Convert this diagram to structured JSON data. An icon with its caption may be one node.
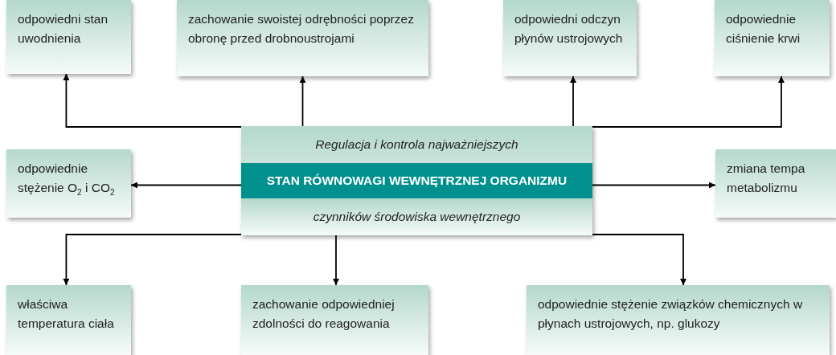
{
  "diagram": {
    "nodes": [
      {
        "text": [
          "Regulacja i kontrola najważniejszych",
          "STAN RÓWNOWAGI WEWNĘTRZNEJ ORGANIZMU",
          "czynników środowiska wewnętrznego"
        ]
      },
      {
        "text": [
          "odpowiedni stan uwodnienia"
        ]
      },
      {
        "text": [
          "zachowanie swoistej odrębności poprzez obronę przed drobnoustrojami"
        ]
      },
      {
        "text": [
          "odpowiedni odczyn płynów ustrojowych"
        ]
      },
      {
        "text": [
          "odpowiednie ciśnienie krwi"
        ]
      },
      {
        "text": [
          "odpowiednie stężenie O$_{2}$ i CO$_{2}$"
        ]
      },
      {
        "text": [
          "zmiana tempa metabolizmu"
        ]
      },
      {
        "text": [
          "właściwa temperatura ciała"
        ]
      },
      {
        "text": [
          "zachowanie odpowiedniej zdolności do reagowania"
        ]
      },
      {
        "text": [
          "odpowiednie stężenie związków chemicznych w płynach ustrojowych, np. glukozy"
        ]
      }
    ],
    "edges": [
      {
        "from": 0,
        "to": 1,
        "arrow": "to"
      },
      {
        "from": 0,
        "to": 2,
        "arrow": "to"
      },
      {
        "from": 0,
        "to": 3,
        "arrow": "to"
      },
      {
        "from": 0,
        "to": 4,
        "arrow": "to"
      },
      {
        "from": 0,
        "to": 5,
        "arrow": "to"
      },
      {
        "from": 0,
        "to": 6,
        "arrow": "to"
      },
      {
        "from": 0,
        "to": 7,
        "arrow": "to"
      },
      {
        "from": 0,
        "to": 8,
        "arrow": "to"
      },
      {
        "from": 0,
        "to": 9,
        "arrow": "to"
      }
    ]
  }
}
